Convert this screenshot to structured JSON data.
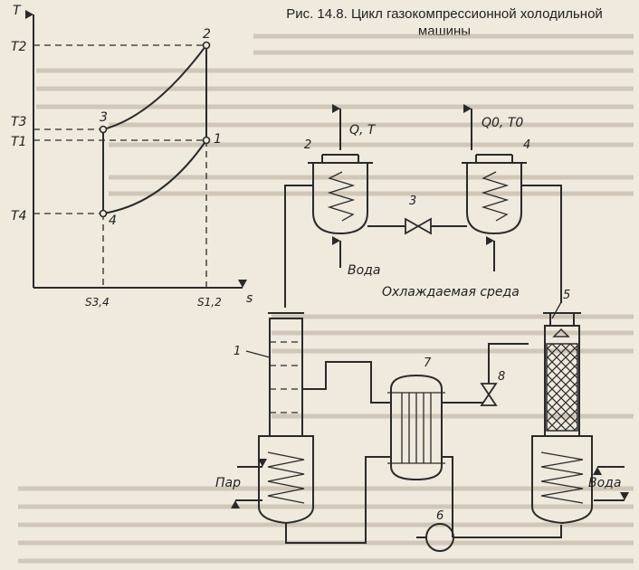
{
  "caption": {
    "line1": "Рис. 14.8. Цикл газокомпрессионной холодильной",
    "line2": "машины"
  },
  "ts_diagram": {
    "y_axis_label": "T",
    "x_axis_label": "s",
    "t_ticks": [
      "T2",
      "T3",
      "T1",
      "T4"
    ],
    "s_ticks": [
      "S3,4",
      "S1,2"
    ],
    "points": [
      "1",
      "2",
      "3",
      "4"
    ]
  },
  "apparatus": {
    "numbers": [
      "1",
      "2",
      "3",
      "4",
      "5",
      "6",
      "7",
      "8"
    ],
    "condenser_heat_label": "Q, T",
    "evaporator_heat_label": "Q0, T0",
    "water_label_top": "Вода",
    "cooled_medium_label": "Охлаждаемая среда",
    "steam_label": "Пар",
    "water_label_right": "Вода"
  }
}
